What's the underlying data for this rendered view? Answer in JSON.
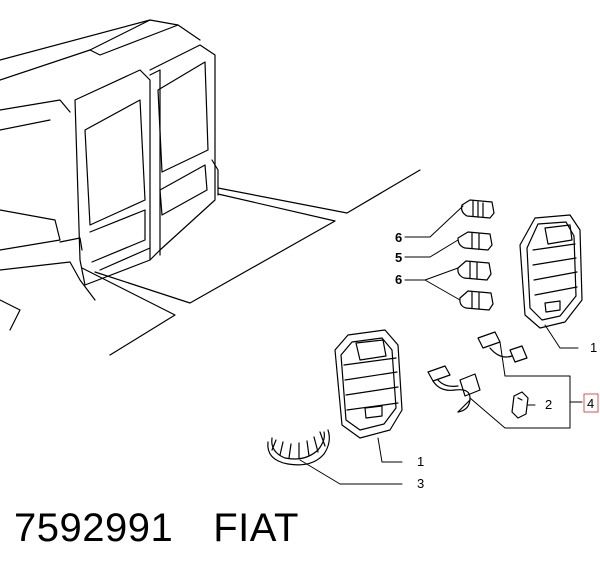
{
  "callouts": {
    "c1_top": "1",
    "c1_bottom": "1",
    "c2": "2",
    "c3": "3",
    "c4": "4",
    "c5": "5",
    "c6_top": "6",
    "c6_lower": "6"
  },
  "footer": {
    "part_number": "7592991",
    "brand": "FIAT"
  },
  "colors": {
    "line": "#000000",
    "highlight_box": "#d9534f"
  }
}
